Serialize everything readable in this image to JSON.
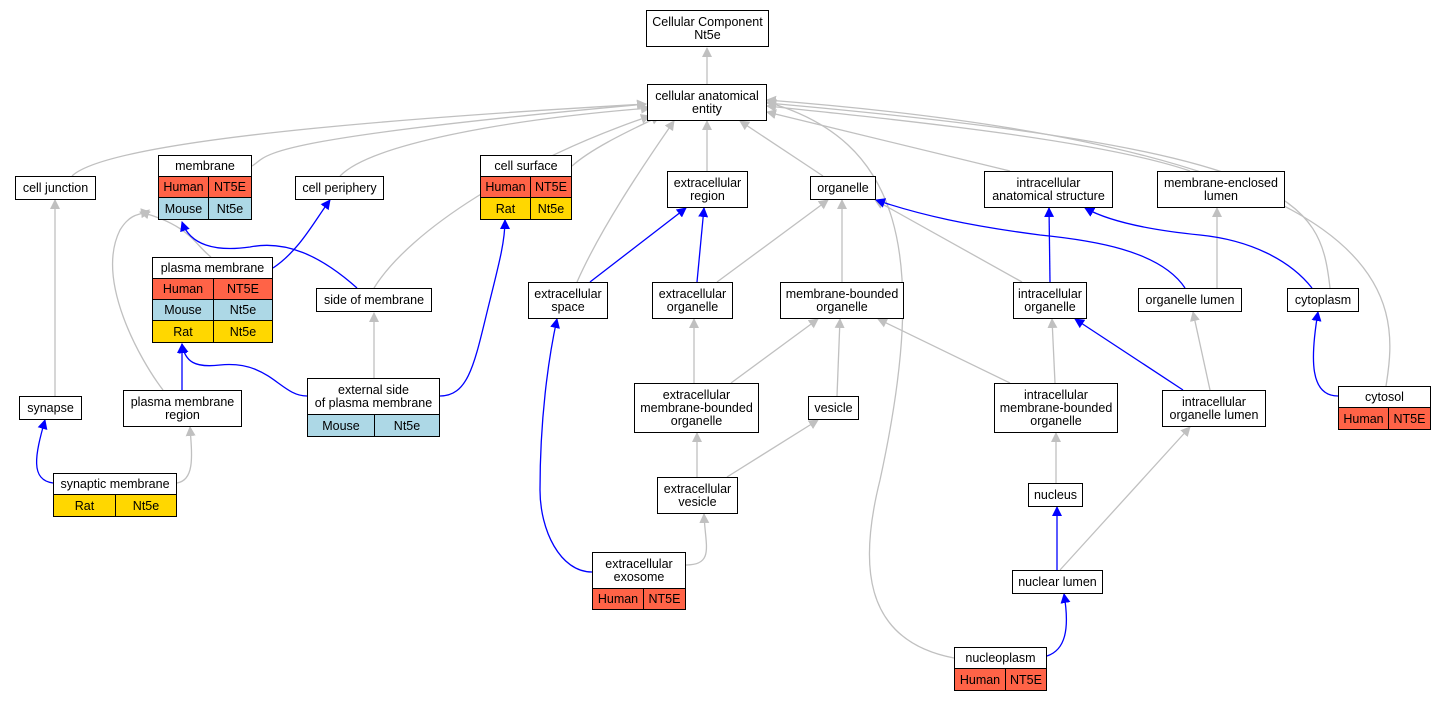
{
  "colors": {
    "human": "#ff6347",
    "mouse": "#add8e6",
    "rat": "#ffd700",
    "edge_gray": "#c0c0c0",
    "edge_blue": "#0000ff"
  },
  "nodes": {
    "root": "Cellular Component\nNt5e",
    "cae": "cellular anatomical\nentity",
    "cell_junction": "cell junction",
    "membrane": "membrane",
    "cell_periphery": "cell periphery",
    "cell_surface": "cell surface",
    "extracellular_region": "extracellular\nregion",
    "organelle": "organelle",
    "intracellular_anatomical_structure": "intracellular\nanatomical structure",
    "membrane_enclosed_lumen": "membrane-enclosed\nlumen",
    "plasma_membrane": "plasma membrane",
    "side_of_membrane": "side of membrane",
    "extracellular_space": "extracellular\nspace",
    "extracellular_organelle": "extracellular\norganelle",
    "membrane_bounded_organelle": "membrane-bounded\norganelle",
    "intracellular_organelle": "intracellular\norganelle",
    "organelle_lumen": "organelle lumen",
    "cytoplasm": "cytoplasm",
    "synapse": "synapse",
    "plasma_membrane_region": "plasma membrane\nregion",
    "external_side": "external side\nof plasma membrane",
    "extracellular_mbo": "extracellular\nmembrane-bounded\norganelle",
    "vesicle": "vesicle",
    "intracellular_mbo": "intracellular\nmembrane-bounded\norganelle",
    "intracellular_organelle_lumen": "intracellular\norganelle lumen",
    "cytosol": "cytosol",
    "synaptic_membrane": "synaptic membrane",
    "extracellular_vesicle": "extracellular\nvesicle",
    "nucleus": "nucleus",
    "extracellular_exosome": "extracellular\nexosome",
    "nuclear_lumen": "nuclear lumen",
    "nucleoplasm": "nucleoplasm"
  },
  "annotations": {
    "membrane": [
      [
        "Human",
        "NT5E"
      ],
      [
        "Mouse",
        "Nt5e"
      ]
    ],
    "cell_surface": [
      [
        "Human",
        "NT5E"
      ],
      [
        "Rat",
        "Nt5e"
      ]
    ],
    "plasma_membrane": [
      [
        "Human",
        "NT5E"
      ],
      [
        "Mouse",
        "Nt5e"
      ],
      [
        "Rat",
        "Nt5e"
      ]
    ],
    "external_side": [
      [
        "Mouse",
        "Nt5e"
      ]
    ],
    "cytosol": [
      [
        "Human",
        "NT5E"
      ]
    ],
    "synaptic_membrane": [
      [
        "Rat",
        "Nt5e"
      ]
    ],
    "extracellular_exosome": [
      [
        "Human",
        "NT5E"
      ]
    ],
    "nucleoplasm": [
      [
        "Human",
        "NT5E"
      ]
    ]
  }
}
